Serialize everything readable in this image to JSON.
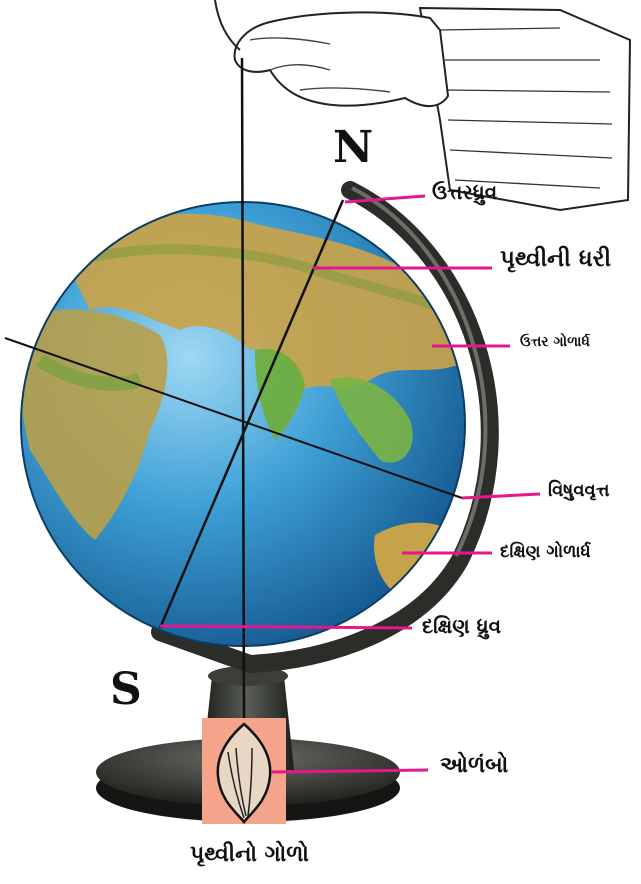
{
  "poles": {
    "north": "N",
    "south": "S"
  },
  "labels": {
    "north_pole": "ઉત્તરધ્રુવ",
    "axis": "પૃથ્વીની ધરી",
    "northern_hemisphere": "ઉત્તર ગોળાર્ધ",
    "equator": "વિષુવવૃત્ત",
    "southern_hemisphere": "દક્ષિણ ગોળાર્ધ",
    "south_pole": "દક્ષિણ ધ્રુવ",
    "plumb_bob": "ઓળંબો"
  },
  "caption": "પૃથ્વીનો ગોળો",
  "colors": {
    "leader": "#e4178f",
    "ocean": "#2f8fc9",
    "land": "#c8a347",
    "stand": "#2c2f2a",
    "bob_box": "#f5a48c"
  }
}
